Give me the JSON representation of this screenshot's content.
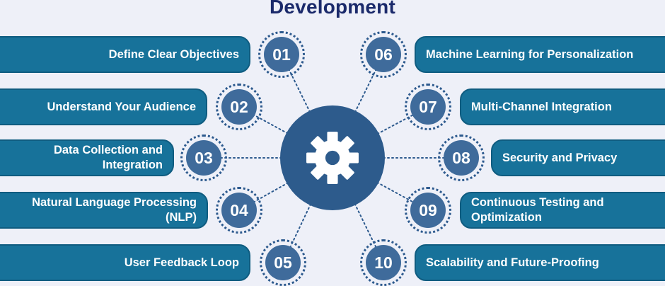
{
  "title": "Development",
  "center": {
    "icon": "gear-icon"
  },
  "colors": {
    "bar": "#17729a",
    "disc": "#3f6b9b",
    "hub": "#2d5b8c",
    "title": "#1b2a6b",
    "background": "#eef0f8"
  },
  "items": [
    {
      "number": "01",
      "label": "Define Clear Objectives"
    },
    {
      "number": "02",
      "label": "Understand Your Audience"
    },
    {
      "number": "03",
      "label": "Data Collection and Integration"
    },
    {
      "number": "04",
      "label": "Natural Language Processing (NLP)"
    },
    {
      "number": "05",
      "label": "User Feedback Loop"
    },
    {
      "number": "06",
      "label": "Machine Learning for Personalization"
    },
    {
      "number": "07",
      "label": "Multi-Channel Integration"
    },
    {
      "number": "08",
      "label": "Security and Privacy"
    },
    {
      "number": "09",
      "label": "Continuous Testing and Optimization"
    },
    {
      "number": "10",
      "label": "Scalability and Future-Proofing"
    }
  ]
}
